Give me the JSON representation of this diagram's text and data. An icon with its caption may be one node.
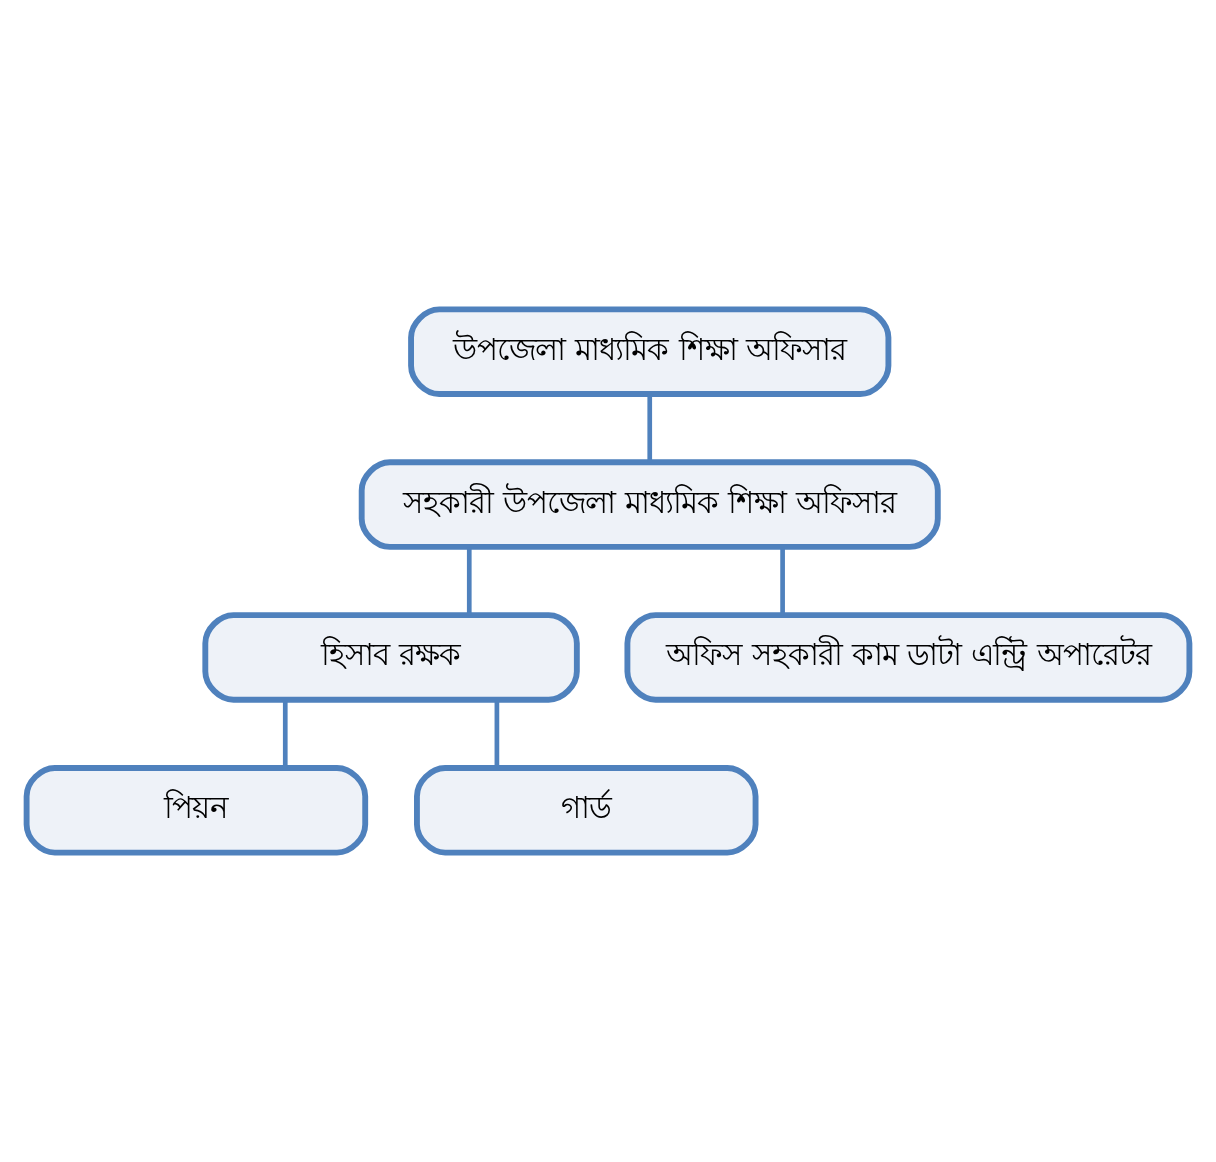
{
  "diagram": {
    "nodes": [
      {
        "text": [
          "উপজেলা মাধ্যমিক শিক্ষা অফিসার"
        ]
      },
      {
        "text": [
          "সহকারী উপজেলা মাধ্যমিক শিক্ষা অফিসার"
        ]
      },
      {
        "text": [
          "হিসাব রক্ষক"
        ]
      },
      {
        "text": [
          "অফিস সহকারী কাম ডাটা এন্ট্রি অপারেটর"
        ]
      },
      {
        "text": [
          "পিয়ন"
        ]
      },
      {
        "text": [
          "গার্ড"
        ]
      }
    ],
    "edges": [
      {
        "from": 0,
        "to": 1,
        "arrow": "none"
      },
      {
        "from": 1,
        "to": 2,
        "arrow": "none"
      },
      {
        "from": 1,
        "to": 3,
        "arrow": "none"
      },
      {
        "from": 2,
        "to": 4,
        "arrow": "none"
      },
      {
        "from": 2,
        "to": 5,
        "arrow": "none"
      }
    ]
  }
}
